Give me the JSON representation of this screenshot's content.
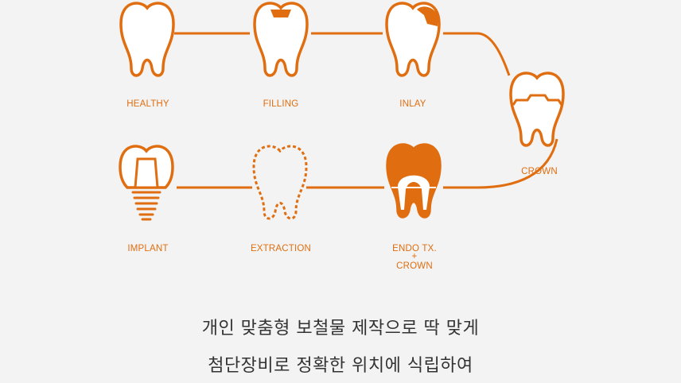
{
  "colors": {
    "accent": "#e06e10",
    "background": "#f3f3f3",
    "text": "#333333"
  },
  "stages": [
    {
      "label": "HEALTHY",
      "icon": "healthy-tooth-icon"
    },
    {
      "label": "FILLING",
      "icon": "filling-tooth-icon"
    },
    {
      "label": "INLAY",
      "icon": "inlay-tooth-icon"
    },
    {
      "label": "CROWN",
      "icon": "crown-tooth-icon"
    },
    {
      "label": "ENDO TX.",
      "label_plus": "+",
      "label_line2": "CROWN",
      "icon": "endo-tooth-icon"
    },
    {
      "label": "EXTRACTION",
      "icon": "extraction-tooth-icon"
    },
    {
      "label": "IMPLANT",
      "icon": "implant-icon"
    }
  ],
  "caption": {
    "line1": "개인 맞춤형 보철물 제작으로 딱 맞게",
    "line2": "첨단장비로 정확한 위치에 식립하여"
  }
}
